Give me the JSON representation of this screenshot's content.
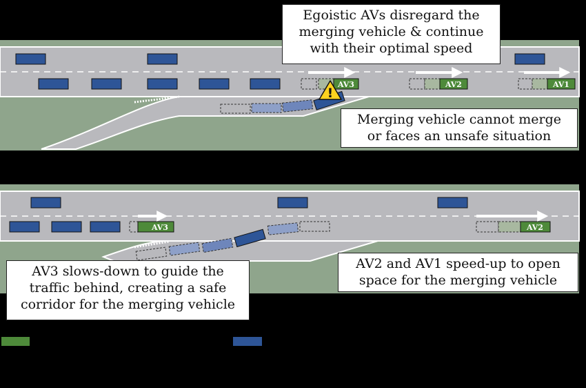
{
  "scenario_top": {
    "callout_top": "Egoistic AVs disregard the\nmerging vehicle & continue\nwith their optimal speed",
    "callout_right": "Merging vehicle cannot merge\nor faces an unsafe situation",
    "av_labels": [
      "AV3",
      "AV2",
      "AV1"
    ],
    "warning_glyph": "!"
  },
  "scenario_bottom": {
    "callout_left": "AV3 slows-down to guide the\ntraffic behind, creating a safe\ncorridor for the merging vehicle",
    "callout_right": "AV2 and AV1 speed-up to open\nspace for the merging vehicle",
    "av_labels": [
      "AV3",
      "AV2"
    ]
  },
  "legend": {
    "av_swatch_color": "#4e8a3a",
    "hdv_swatch_color": "#2e5597"
  },
  "colors": {
    "grass": "#8fa58c",
    "road": "#b9b9bd",
    "av_green": "#4e8a3a",
    "vehicle_blue": "#2e5597",
    "ghost_blue": "#8ea0c8",
    "warning_yellow": "#ffd21f"
  }
}
